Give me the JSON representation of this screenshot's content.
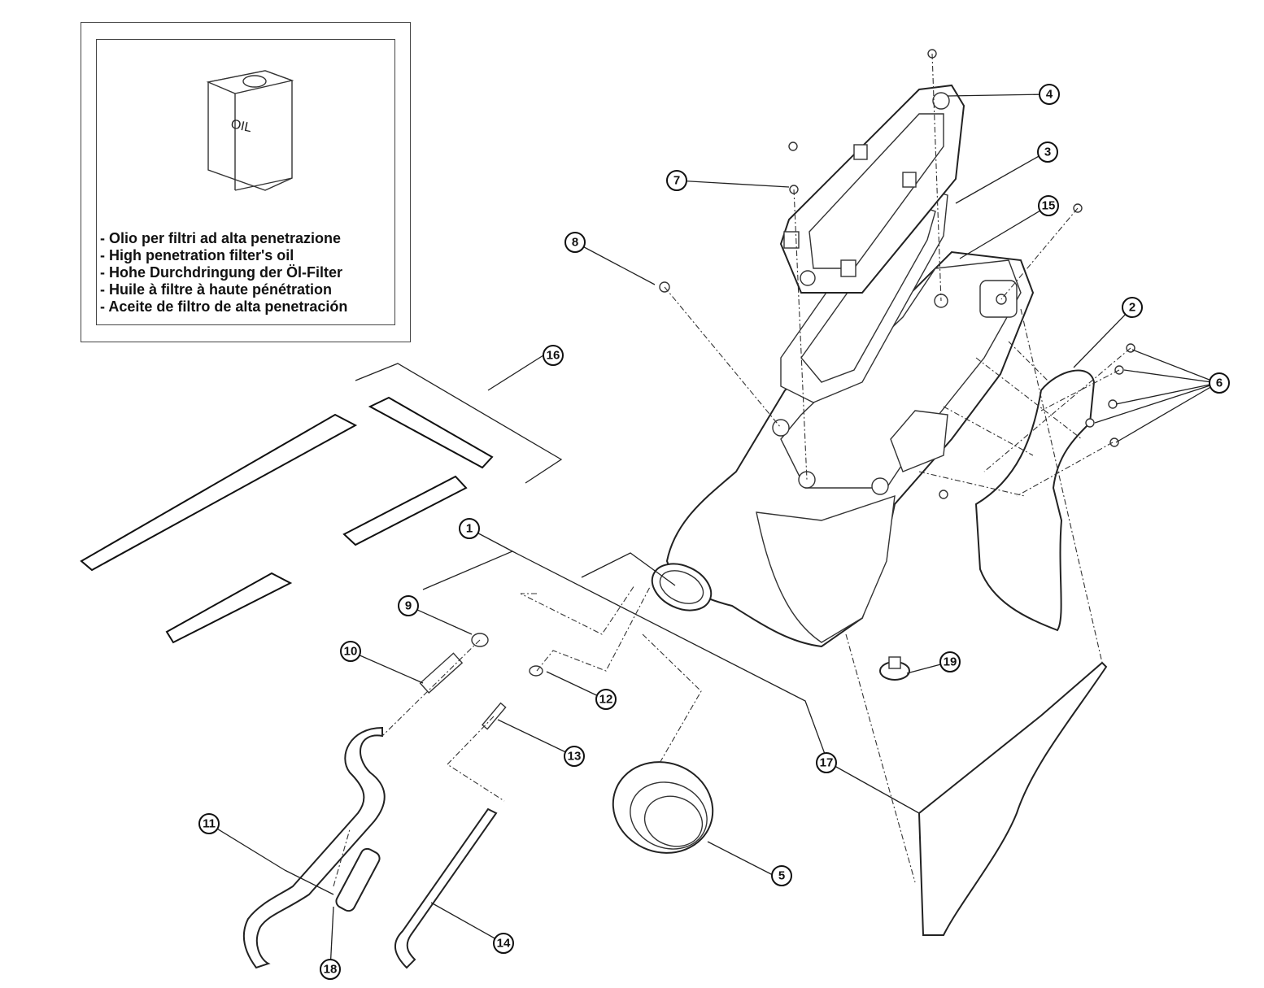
{
  "legend": {
    "container_label": "OIL",
    "lines": [
      "- Olio per filtri ad alta penetrazione",
      "- High penetration filter's oil",
      "- Hohe Durchdringung der Öl-Filter",
      "- Huile à filtre à haute pénétration",
      "- Aceite de filtro de alta penetración"
    ]
  },
  "callouts": [
    "1",
    "2",
    "3",
    "4",
    "5",
    "6",
    "7",
    "8",
    "9",
    "10",
    "11",
    "12",
    "13",
    "14",
    "15",
    "16",
    "17",
    "18",
    "19"
  ]
}
